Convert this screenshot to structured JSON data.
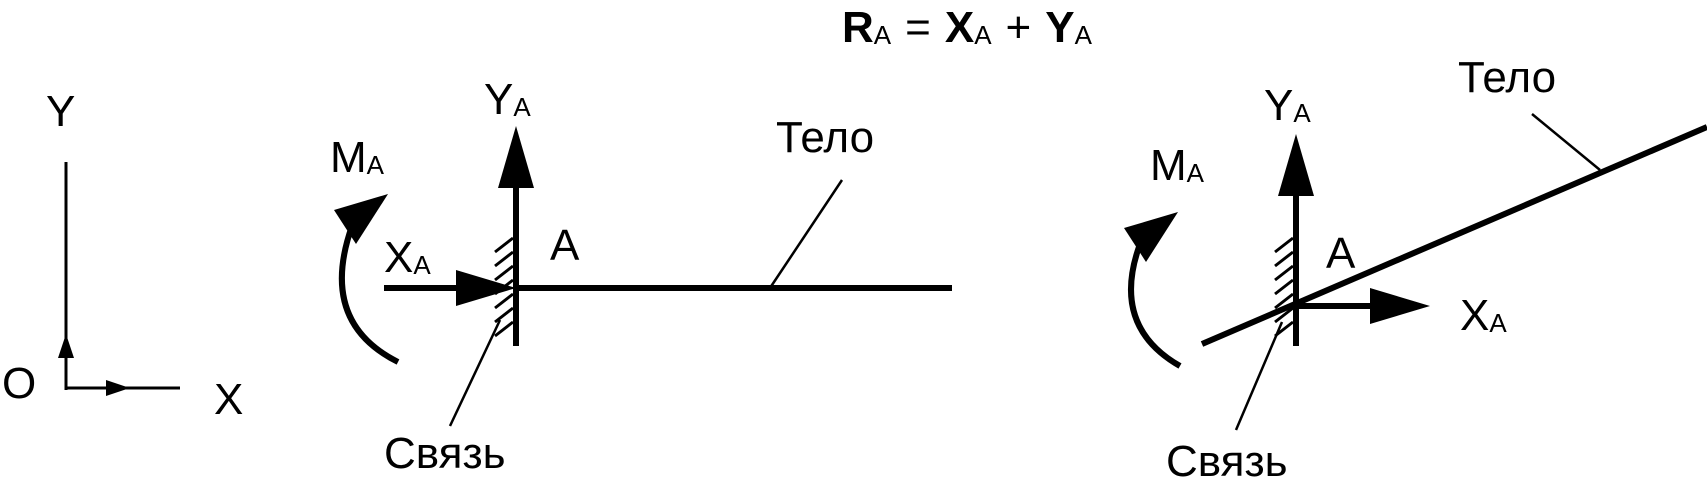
{
  "formula": {
    "r": "R",
    "r_sub": "A",
    "eq": "=",
    "x": "X",
    "x_sub": "A",
    "plus": "+",
    "y": "Y",
    "y_sub": "A"
  },
  "axes": {
    "origin": "O",
    "x_label": "X",
    "y_label": "Y"
  },
  "left_diagram": {
    "y_force": "Y",
    "y_sub": "A",
    "x_force": "X",
    "x_sub": "A",
    "moment": "M",
    "moment_sub": "A",
    "point": "A",
    "body_label": "Тело",
    "constraint_label": "Связь"
  },
  "right_diagram": {
    "y_force": "Y",
    "y_sub": "A",
    "x_force": "X",
    "x_sub": "A",
    "moment": "M",
    "moment_sub": "A",
    "point": "A",
    "body_label": "Тело",
    "constraint_label": "Связь"
  }
}
